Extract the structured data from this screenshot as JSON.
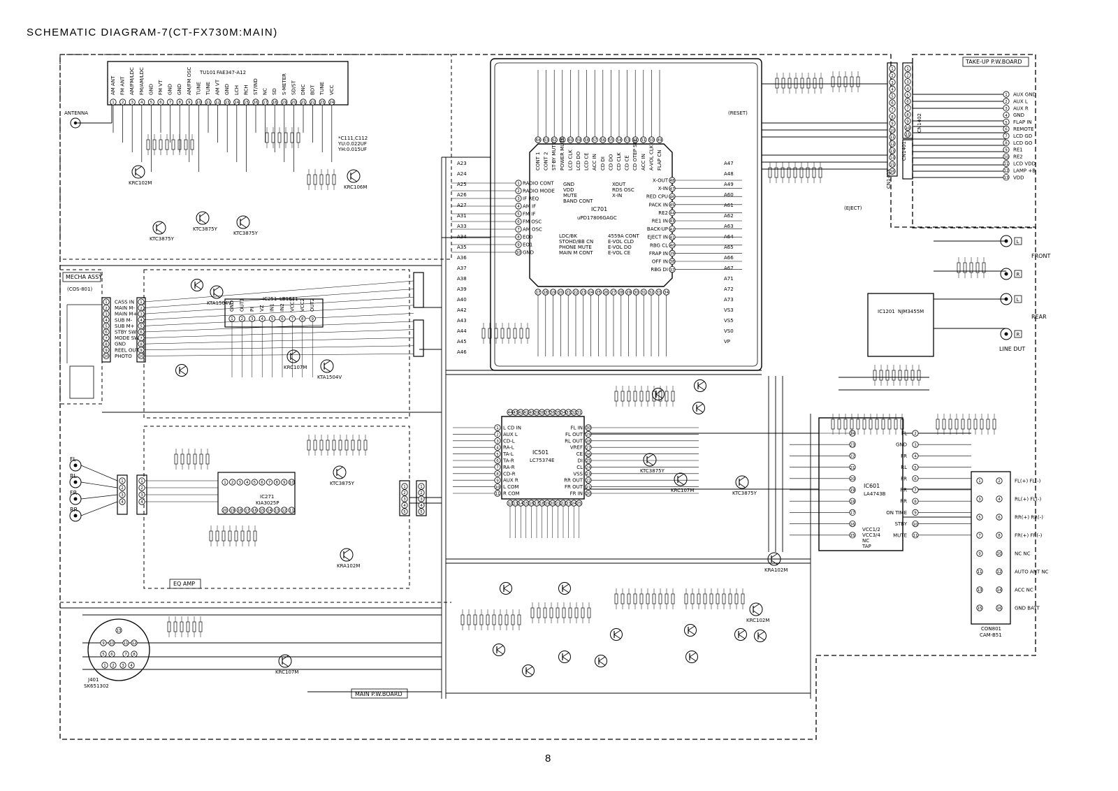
{
  "page": {
    "title": "SCHEMATIC DIAGRAM-7(CT-FX730M:MAIN)",
    "page_number": "8"
  },
  "boards": {
    "main": "MAIN P.W.BOARD",
    "takeup": "TAKE-UP P.W.BOARD",
    "mecha": "MECHA ASSY",
    "mecha_part": "(COS-801)",
    "eq_amp": "EQ AMP"
  },
  "ics": {
    "tuner": {
      "ref": "TU101",
      "part": "FAE347-A12"
    },
    "ic701": {
      "ref": "IC701",
      "part": "uPD17806GAGC"
    },
    "ic501": {
      "ref": "IC501",
      "part": "LC75374E"
    },
    "ic601": {
      "ref": "IC601",
      "part": "LA4743B"
    },
    "ic251": {
      "ref": "IC251",
      "part": "LB1641"
    },
    "ic271": {
      "ref": "IC271",
      "part": "KIA3025P"
    },
    "ic1201": {
      "ref": "IC1201",
      "part": "NJM3455M"
    },
    "con801": {
      "ref": "CON801",
      "part": "CAM-B51"
    },
    "j401": {
      "ref": "J401",
      "part": "SK651302"
    }
  },
  "tuner_pins": [
    "AM ANT",
    "FM ANT",
    "AM/FM/LDC",
    "FM/AM/LDC",
    "GND",
    "FM VT",
    "GND",
    "GND",
    "AM/FM OSC",
    "TUNE",
    "TUNE",
    "AM VT",
    "GND",
    "LCH",
    "RCH",
    "ST/IND",
    "NC",
    "SD",
    "S-METER",
    "SD/ST",
    "DNC",
    "BDT",
    "TUNE",
    "VCC"
  ],
  "ic701_left_pins": [
    "RADIO CONT",
    "RADIO MODE",
    "IF REQ",
    "AM IF",
    "FM IF",
    "FM OSC",
    "AM OSC",
    "EO0",
    "EO1",
    "GND"
  ],
  "ic701_inner_left": [
    "GND",
    "VDD",
    "MUTE",
    "BAND CONT"
  ],
  "ic701_inner_mid": [
    "LDC/BK",
    "STOHD/BB CN",
    "PHONE MUTE",
    "MAIN M CONT"
  ],
  "ic701_inner_right": [
    "4559A CONT",
    "E-VOL CLD",
    "E-VOL DO",
    "E-VOL CE"
  ],
  "ic701_right_pins": [
    "X-OUT",
    "X-IN",
    "RED CPU",
    "PACK IN",
    "RE2",
    "RE1 IN",
    "BACK-UP",
    "EJECT IN",
    "RBG CL",
    "FRAP IN",
    "OFF IN",
    "RBG DI"
  ],
  "ic701_right_inner": [
    "XOUT",
    "RDS OSC",
    "X-IN"
  ],
  "ic701_top_pins": [
    "CONT 1",
    "CONT 2",
    "ST-BY MUTE",
    "POWER MUTE",
    "LCD CLK",
    "LCD DO",
    "LCD CE",
    "ACC IN",
    "CD DI",
    "CD DO",
    "CD CLK",
    "CD CE",
    "CD OTEP SEL",
    "ACC IN",
    "A-VOL CLK",
    "FLAP CN"
  ],
  "ic501_left_pins": [
    "L CD IN",
    "AUX L",
    "CD-L",
    "RA-L",
    "TA-L",
    "TA-R",
    "RA-R",
    "CD-R",
    "AUX R",
    "L COM",
    "R COM"
  ],
  "ic501_right_pins": [
    "FL IN",
    "FL OUT",
    "RL OUT",
    "VREF",
    "CE",
    "DI",
    "CL",
    "VSS",
    "RR OUT",
    "FR OUT",
    "FR IN"
  ],
  "ic601_pins_left": [
    "FL",
    "GND",
    "FR",
    "RL",
    "FR",
    "RR",
    "RR",
    "ON TIME",
    "STBY",
    "MUTE"
  ],
  "ic601_misc": [
    "VCC1/2",
    "VCC3/4",
    "NC",
    "TAP"
  ],
  "mecha_pins": [
    "CASS IN",
    "MAIN M-",
    "MAIN M+",
    "SUB M-",
    "SUB M+",
    "STBY SW",
    "MODE SW",
    "GND",
    "REEL OUT",
    "PHOTO"
  ],
  "eq_inputs": [
    "FL",
    "RL",
    "FR",
    "RR"
  ],
  "line_io": {
    "front": "FRONT",
    "rear": "REAR",
    "line_out": "LINE DUT",
    "L": "L",
    "R": "R"
  },
  "takeup_pins": [
    "AUX GND",
    "AUX L",
    "AUX R",
    "GND",
    "FLAP IN",
    "REMOTE",
    "LCD GD",
    "LCD GO",
    "RE1",
    "RE2",
    "LCD VDD",
    "LAMP +B",
    "VDD"
  ],
  "takeup_connectors": [
    "CN1402",
    "CN1401",
    "CN1403"
  ],
  "con801_labels": [
    "FL(+)",
    "FL(-)",
    "RL(+)",
    "FL(-)",
    "RR(+)",
    "RR(-)",
    "FR(+)",
    "FR(-)",
    "NC",
    "NC",
    "AUTO ANT",
    "NC",
    "ACC",
    "NC",
    "GND",
    "BATT"
  ],
  "bus_labels": [
    "A23",
    "A24",
    "A25",
    "A26",
    "A27",
    "A31",
    "A33",
    "A34",
    "A35",
    "A36",
    "A37",
    "A38",
    "A39",
    "A40",
    "A42",
    "A43",
    "A44",
    "A45",
    "A46",
    "A47",
    "A48",
    "A49",
    "A60",
    "A61",
    "A62",
    "A63",
    "A64",
    "A65",
    "A66",
    "A67",
    "A71",
    "A72",
    "A73",
    "VS3",
    "VS5",
    "VS0",
    "VP"
  ],
  "eq_pinnums": [
    "1",
    "2",
    "3",
    "4",
    "5",
    "6",
    "7",
    "8",
    "9",
    "10"
  ],
  "ic251_pins": [
    "GND",
    "OUT1",
    "PI",
    "VZ",
    "IN1",
    "IN2",
    "VCC1",
    "VCC2",
    "OUT2"
  ],
  "j401_pins": [
    "13",
    "9",
    "10",
    "11",
    "12",
    "5",
    "6",
    "7",
    "8",
    "1",
    "2",
    "3",
    "4"
  ],
  "notes": [
    "*C111,C112",
    "YU:0.022UF",
    "YH:0.015UF",
    "(RESET)",
    "(EJECT)",
    "ANTENNA"
  ],
  "transistors": [
    "KRC102M",
    "KTC3875Y",
    "KTC3875Y",
    "KTC3875Y",
    "KRC106M",
    "KTA1504V",
    "KRC107M",
    "KTA1504V",
    "KTC3875Y",
    "KRA102M",
    "KTC3875Y",
    "KRC107M",
    "KTC3875Y",
    "KRA102M",
    "KRC102M",
    "KRC107M"
  ]
}
